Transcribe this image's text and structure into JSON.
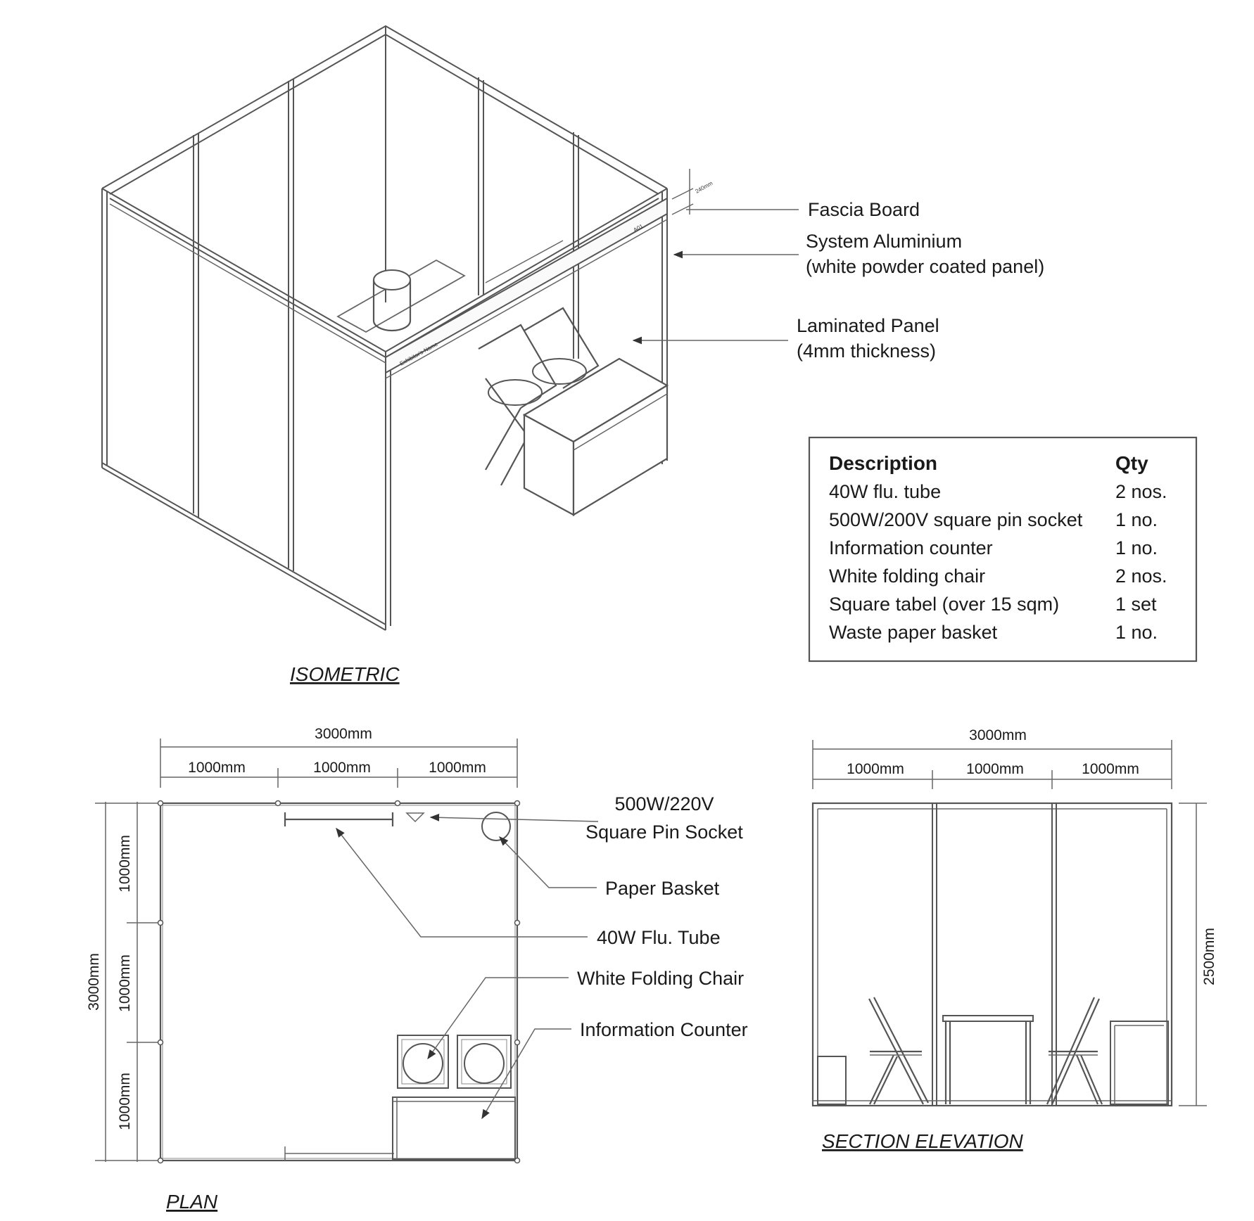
{
  "isometric": {
    "title": "ISOMETRIC",
    "height_dim": "240mm",
    "fascia_text": "Exhibitor's Name",
    "booth_no": "A01",
    "callouts": {
      "fascia": "Fascia Board",
      "aluminium_1": "System Aluminium",
      "aluminium_2": "(white powder coated panel)",
      "laminated_1": "Laminated Panel",
      "laminated_2": "(4mm thickness)"
    }
  },
  "table": {
    "header_desc": "Description",
    "header_qty": "Qty",
    "rows": [
      {
        "desc": "40W flu. tube",
        "qty": "2 nos."
      },
      {
        "desc": "500W/200V square pin socket",
        "qty": "1 no."
      },
      {
        "desc": "Information counter",
        "qty": "1 no."
      },
      {
        "desc": "White folding chair",
        "qty": "2 nos."
      },
      {
        "desc": "Square tabel (over 15 sqm)",
        "qty": "1 set"
      },
      {
        "desc": "Waste paper basket",
        "qty": "1 no."
      }
    ]
  },
  "plan": {
    "title": "PLAN",
    "dims": {
      "total_w": "3000mm",
      "w1": "1000mm",
      "w2": "1000mm",
      "w3": "1000mm",
      "total_h": "3000mm",
      "h1": "1000mm",
      "h2": "1000mm",
      "h3": "1000mm"
    },
    "callouts": {
      "socket_1": "500W/220V",
      "socket_2": "Square Pin Socket",
      "basket": "Paper Basket",
      "tube": "40W Flu. Tube",
      "chair": "White Folding Chair",
      "counter": "Information Counter"
    }
  },
  "elevation": {
    "title": "SECTION ELEVATION",
    "dims": {
      "total_w": "3000mm",
      "w1": "1000mm",
      "w2": "1000mm",
      "w3": "1000mm",
      "height": "2500mm"
    }
  }
}
